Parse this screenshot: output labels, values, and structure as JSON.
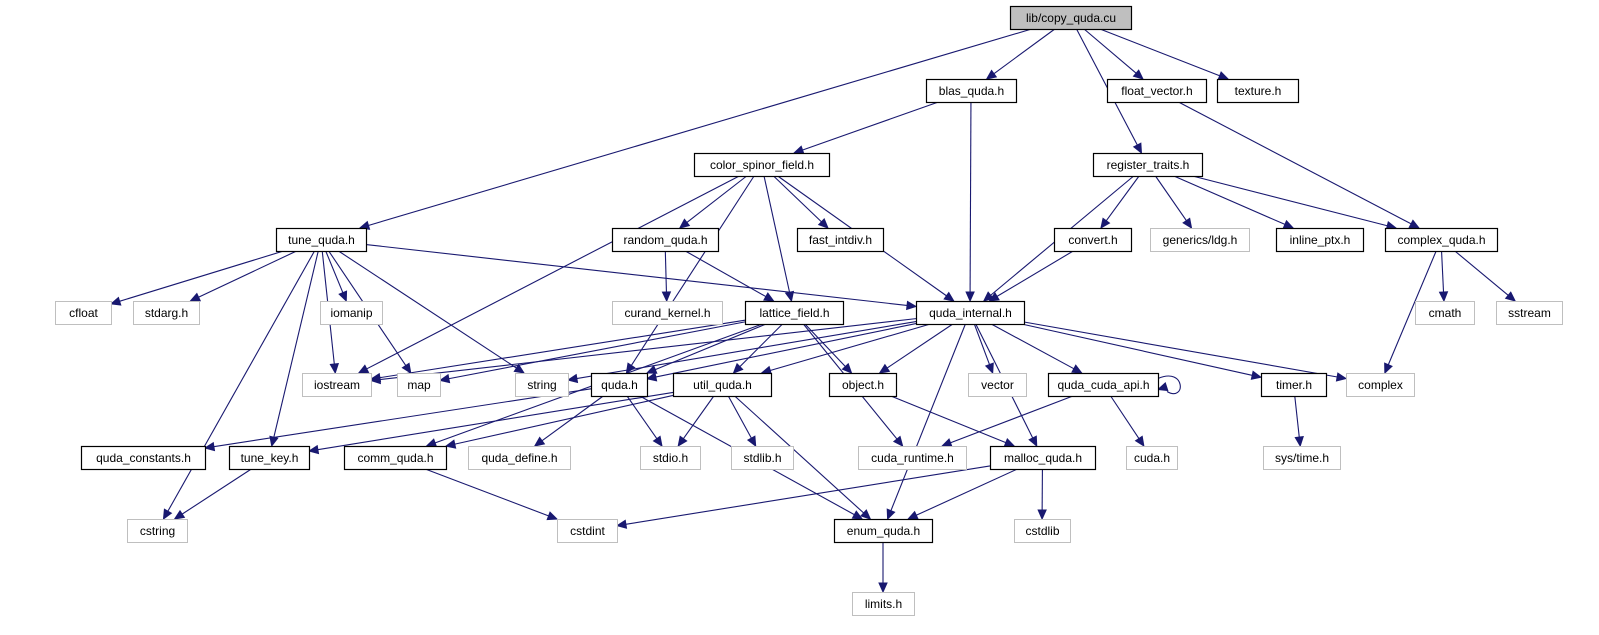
{
  "colors": {
    "edge": "#191970",
    "root_fill": "#bfbfbf",
    "external_border": "#bfbfbf",
    "node_border": "#000000"
  },
  "nodes": [
    {
      "id": "copy_quda",
      "label": "lib/copy_quda.cu",
      "kind": "root"
    },
    {
      "id": "blas_quda",
      "label": "blas_quda.h",
      "kind": "doc"
    },
    {
      "id": "float_vector",
      "label": "float_vector.h",
      "kind": "doc"
    },
    {
      "id": "texture",
      "label": "texture.h",
      "kind": "doc"
    },
    {
      "id": "color_spinor_field",
      "label": "color_spinor_field.h",
      "kind": "doc"
    },
    {
      "id": "register_traits",
      "label": "register_traits.h",
      "kind": "doc"
    },
    {
      "id": "tune_quda",
      "label": "tune_quda.h",
      "kind": "doc"
    },
    {
      "id": "random_quda",
      "label": "random_quda.h",
      "kind": "doc"
    },
    {
      "id": "fast_intdiv",
      "label": "fast_intdiv.h",
      "kind": "doc"
    },
    {
      "id": "convert",
      "label": "convert.h",
      "kind": "doc"
    },
    {
      "id": "generics_ldg",
      "label": "generics/ldg.h",
      "kind": "ext"
    },
    {
      "id": "inline_ptx",
      "label": "inline_ptx.h",
      "kind": "doc"
    },
    {
      "id": "complex_quda",
      "label": "complex_quda.h",
      "kind": "doc"
    },
    {
      "id": "cfloat",
      "label": "cfloat",
      "kind": "ext"
    },
    {
      "id": "stdarg",
      "label": "stdarg.h",
      "kind": "ext"
    },
    {
      "id": "iomanip",
      "label": "iomanip",
      "kind": "ext"
    },
    {
      "id": "curand_kernel",
      "label": "curand_kernel.h",
      "kind": "ext"
    },
    {
      "id": "lattice_field",
      "label": "lattice_field.h",
      "kind": "doc"
    },
    {
      "id": "quda_internal",
      "label": "quda_internal.h",
      "kind": "doc"
    },
    {
      "id": "cmath",
      "label": "cmath",
      "kind": "ext"
    },
    {
      "id": "sstream",
      "label": "sstream",
      "kind": "ext"
    },
    {
      "id": "iostream",
      "label": "iostream",
      "kind": "ext"
    },
    {
      "id": "map",
      "label": "map",
      "kind": "ext"
    },
    {
      "id": "string",
      "label": "string",
      "kind": "ext"
    },
    {
      "id": "quda",
      "label": "quda.h",
      "kind": "doc"
    },
    {
      "id": "util_quda",
      "label": "util_quda.h",
      "kind": "doc"
    },
    {
      "id": "object",
      "label": "object.h",
      "kind": "doc"
    },
    {
      "id": "vector",
      "label": "vector",
      "kind": "ext"
    },
    {
      "id": "quda_cuda_api",
      "label": "quda_cuda_api.h",
      "kind": "doc"
    },
    {
      "id": "timer",
      "label": "timer.h",
      "kind": "doc"
    },
    {
      "id": "complex",
      "label": "complex",
      "kind": "ext"
    },
    {
      "id": "quda_constants",
      "label": "quda_constants.h",
      "kind": "doc"
    },
    {
      "id": "tune_key",
      "label": "tune_key.h",
      "kind": "doc"
    },
    {
      "id": "comm_quda",
      "label": "comm_quda.h",
      "kind": "doc"
    },
    {
      "id": "quda_define",
      "label": "quda_define.h",
      "kind": "ext"
    },
    {
      "id": "stdio",
      "label": "stdio.h",
      "kind": "ext"
    },
    {
      "id": "stdlib",
      "label": "stdlib.h",
      "kind": "ext"
    },
    {
      "id": "cuda_runtime",
      "label": "cuda_runtime.h",
      "kind": "ext"
    },
    {
      "id": "malloc_quda",
      "label": "malloc_quda.h",
      "kind": "doc"
    },
    {
      "id": "cuda",
      "label": "cuda.h",
      "kind": "ext"
    },
    {
      "id": "sys_time",
      "label": "sys/time.h",
      "kind": "ext"
    },
    {
      "id": "cstring",
      "label": "cstring",
      "kind": "ext"
    },
    {
      "id": "cstdint",
      "label": "cstdint",
      "kind": "ext"
    },
    {
      "id": "enum_quda",
      "label": "enum_quda.h",
      "kind": "doc"
    },
    {
      "id": "cstdlib",
      "label": "cstdlib",
      "kind": "ext"
    },
    {
      "id": "limits",
      "label": "limits.h",
      "kind": "ext"
    }
  ],
  "edges": [
    [
      "copy_quda",
      "blas_quda"
    ],
    [
      "copy_quda",
      "float_vector"
    ],
    [
      "copy_quda",
      "texture"
    ],
    [
      "copy_quda",
      "register_traits"
    ],
    [
      "copy_quda",
      "tune_quda"
    ],
    [
      "blas_quda",
      "color_spinor_field"
    ],
    [
      "blas_quda",
      "quda_internal"
    ],
    [
      "float_vector",
      "complex_quda"
    ],
    [
      "color_spinor_field",
      "random_quda"
    ],
    [
      "color_spinor_field",
      "fast_intdiv"
    ],
    [
      "color_spinor_field",
      "lattice_field"
    ],
    [
      "color_spinor_field",
      "quda_internal"
    ],
    [
      "color_spinor_field",
      "iostream"
    ],
    [
      "color_spinor_field",
      "quda"
    ],
    [
      "register_traits",
      "convert"
    ],
    [
      "register_traits",
      "generics_ldg"
    ],
    [
      "register_traits",
      "inline_ptx"
    ],
    [
      "register_traits",
      "complex_quda"
    ],
    [
      "register_traits",
      "quda_internal"
    ],
    [
      "tune_quda",
      "cfloat"
    ],
    [
      "tune_quda",
      "stdarg"
    ],
    [
      "tune_quda",
      "iomanip"
    ],
    [
      "tune_quda",
      "iostream"
    ],
    [
      "tune_quda",
      "map"
    ],
    [
      "tune_quda",
      "string"
    ],
    [
      "tune_quda",
      "tune_key"
    ],
    [
      "tune_quda",
      "cstring"
    ],
    [
      "tune_quda",
      "quda_internal"
    ],
    [
      "random_quda",
      "curand_kernel"
    ],
    [
      "random_quda",
      "lattice_field"
    ],
    [
      "convert",
      "quda_internal"
    ],
    [
      "complex_quda",
      "cmath"
    ],
    [
      "complex_quda",
      "sstream"
    ],
    [
      "complex_quda",
      "complex"
    ],
    [
      "lattice_field",
      "iostream"
    ],
    [
      "lattice_field",
      "map"
    ],
    [
      "lattice_field",
      "quda"
    ],
    [
      "lattice_field",
      "util_quda"
    ],
    [
      "lattice_field",
      "object"
    ],
    [
      "lattice_field",
      "comm_quda"
    ],
    [
      "lattice_field",
      "cuda_runtime"
    ],
    [
      "quda_internal",
      "string"
    ],
    [
      "quda_internal",
      "quda"
    ],
    [
      "quda_internal",
      "util_quda"
    ],
    [
      "quda_internal",
      "object"
    ],
    [
      "quda_internal",
      "vector"
    ],
    [
      "quda_internal",
      "quda_cuda_api"
    ],
    [
      "quda_internal",
      "timer"
    ],
    [
      "quda_internal",
      "complex"
    ],
    [
      "quda_internal",
      "malloc_quda"
    ],
    [
      "quda_internal",
      "enum_quda"
    ],
    [
      "quda_internal",
      "iostream"
    ],
    [
      "quda",
      "quda_constants"
    ],
    [
      "quda",
      "quda_define"
    ],
    [
      "quda",
      "stdio"
    ],
    [
      "quda",
      "enum_quda"
    ],
    [
      "util_quda",
      "tune_key"
    ],
    [
      "util_quda",
      "comm_quda"
    ],
    [
      "util_quda",
      "stdio"
    ],
    [
      "util_quda",
      "stdlib"
    ],
    [
      "util_quda",
      "enum_quda"
    ],
    [
      "object",
      "malloc_quda"
    ],
    [
      "quda_cuda_api",
      "cuda_runtime"
    ],
    [
      "quda_cuda_api",
      "cuda"
    ],
    [
      "quda_cuda_api",
      "quda_cuda_api"
    ],
    [
      "timer",
      "sys_time"
    ],
    [
      "tune_key",
      "cstring"
    ],
    [
      "comm_quda",
      "cstdint"
    ],
    [
      "malloc_quda",
      "cstdint"
    ],
    [
      "malloc_quda",
      "enum_quda"
    ],
    [
      "malloc_quda",
      "cstdlib"
    ],
    [
      "enum_quda",
      "limits"
    ]
  ]
}
